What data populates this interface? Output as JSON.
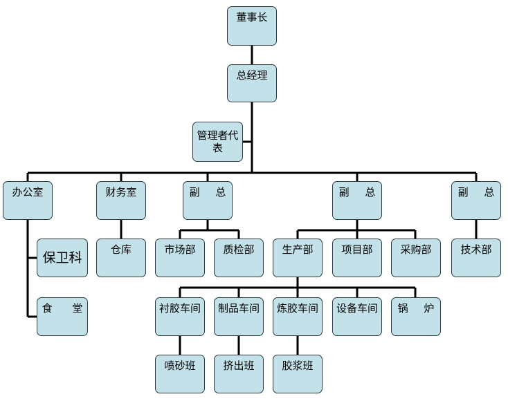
{
  "nodes": {
    "chairman": "董事长",
    "gm": "总经理",
    "mgmt_rep": "管理者代表",
    "office": "办公室",
    "finance": "财务室",
    "vp1": "副 总",
    "vp2": "副 总",
    "vp3": "副 总",
    "security": "保卫科",
    "canteen": "食 堂",
    "warehouse": "仓库",
    "market": "市场部",
    "qc": "质检部",
    "production": "生产部",
    "project": "项目部",
    "purchase": "采购部",
    "tech": "技术部",
    "lining": "衬胶车间",
    "products": "制品车间",
    "mixing": "炼胶车间",
    "equipment": "设备车间",
    "boiler": "锅 炉",
    "blasting": "喷砂班",
    "extrusion": "挤出班",
    "slurry": "胶浆班"
  }
}
